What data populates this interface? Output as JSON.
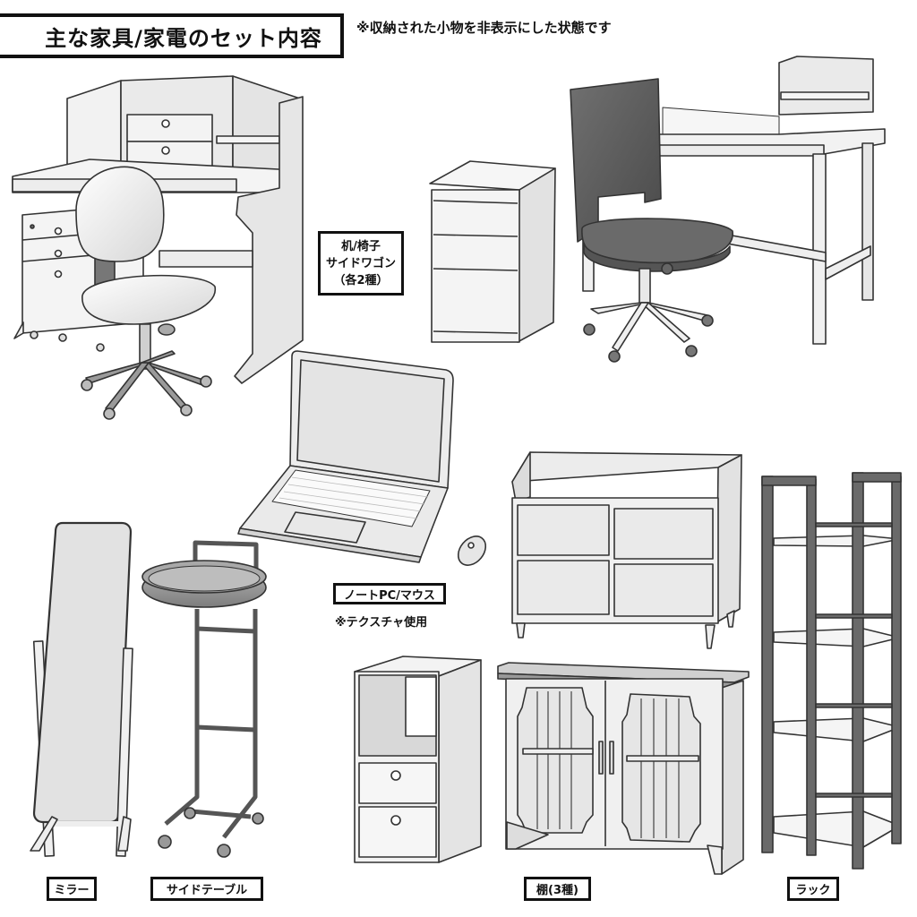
{
  "header": {
    "title": "主な家具/家電のセット内容",
    "note": "※収納された小物を非表示にした状態です"
  },
  "labels": {
    "desk_set": [
      "机/椅子",
      "サイドワゴン",
      "（各2種）"
    ],
    "laptop": "ノートPC/マウス",
    "laptop_note": "※テクスチャ使用",
    "mirror": "ミラー",
    "side_table": "サイドテーブル",
    "shelf": "棚(3種)",
    "rack": "ラック"
  },
  "items": [
    {
      "name": "desk-1-with-chair-and-wagon"
    },
    {
      "name": "side-wagon-2"
    },
    {
      "name": "chair-2"
    },
    {
      "name": "desk-2"
    },
    {
      "name": "laptop"
    },
    {
      "name": "mouse"
    },
    {
      "name": "low-cabinet"
    },
    {
      "name": "open-cube-shelf"
    },
    {
      "name": "glass-door-cabinet"
    },
    {
      "name": "rack"
    },
    {
      "name": "standing-mirror"
    },
    {
      "name": "side-table-cart"
    }
  ],
  "colors": {
    "outline": "#333333",
    "light_fill": "#ececec",
    "mid_fill": "#d8d8d8",
    "dark_fill": "#5e5e5e",
    "rack_frame": "#6a6a6a"
  }
}
